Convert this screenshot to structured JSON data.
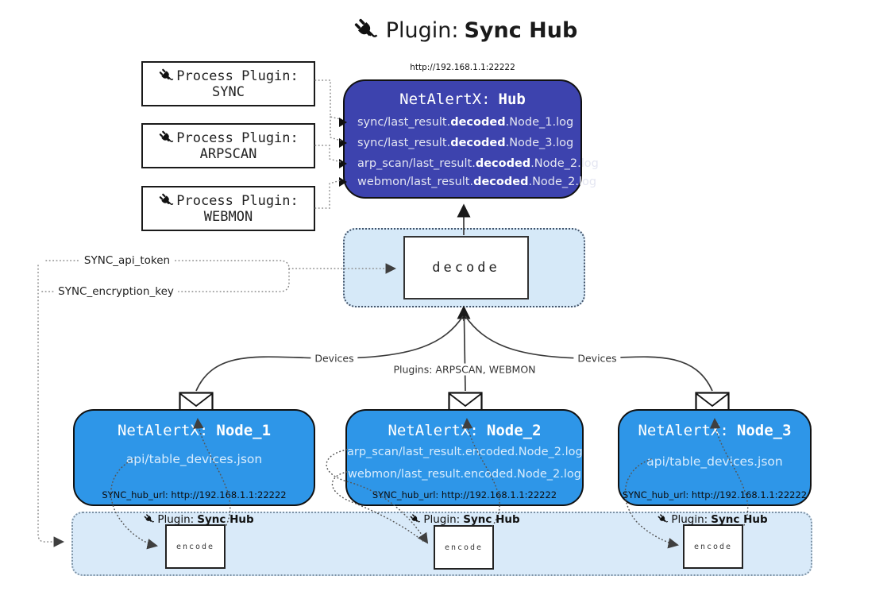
{
  "title": {
    "prefix": "Plugin:",
    "name": "Sync Hub"
  },
  "colors": {
    "hub": "#3D43AE",
    "node": "#2E96E8",
    "panel": "#D6E9F8",
    "band": "#D9EAF9"
  },
  "process_plugins": [
    {
      "label": "Process Plugin:",
      "name": "SYNC"
    },
    {
      "label": "Process Plugin:",
      "name": "ARPSCAN"
    },
    {
      "label": "Process Plugin:",
      "name": "WEBMON"
    }
  ],
  "hub": {
    "url": "http://192.168.1.1:22222",
    "title_prefix": "NetAlertX:",
    "title_name": "Hub",
    "lines": [
      {
        "pre": "sync/last_result.",
        "bold": "decoded",
        "post": ".Node_1.log"
      },
      {
        "pre": "sync/last_result.",
        "bold": "decoded",
        "post": ".Node_3.log"
      },
      {
        "pre": "arp_scan/last_result.",
        "bold": "decoded",
        "post": ".Node_2.log"
      },
      {
        "pre": "webmon/last_result.",
        "bold": "decoded",
        "post": ".Node_2.log"
      }
    ]
  },
  "decode": {
    "label": "decode"
  },
  "tokens": {
    "api_token": "SYNC_api_token",
    "encryption_key": "SYNC_encryption_key"
  },
  "edges": {
    "devices_left": "Devices",
    "plugins_mid": "Plugins: ARPSCAN, WEBMON",
    "devices_right": "Devices"
  },
  "nodes": [
    {
      "title_prefix": "NetAlertX:",
      "title_name": "Node_1",
      "files": [
        "api/table_devices.json"
      ],
      "footer": "SYNC_hub_url: http://192.168.1.1:22222"
    },
    {
      "title_prefix": "NetAlertX:",
      "title_name": "Node_2",
      "files": [
        "arp_scan/last_result.encoded.Node_2.log",
        "webmon/last_result.encoded.Node_2.log"
      ],
      "footer": "SYNC_hub_url: http://192.168.1.1:22222"
    },
    {
      "title_prefix": "NetAlertX:",
      "title_name": "Node_3",
      "files": [
        "api/table_devices.json"
      ],
      "footer": "SYNC_hub_url: http://192.168.1.1:22222"
    }
  ],
  "band": {
    "label_prefix": "Plugin:",
    "label_name": "Sync Hub",
    "encode_label": "encode"
  }
}
